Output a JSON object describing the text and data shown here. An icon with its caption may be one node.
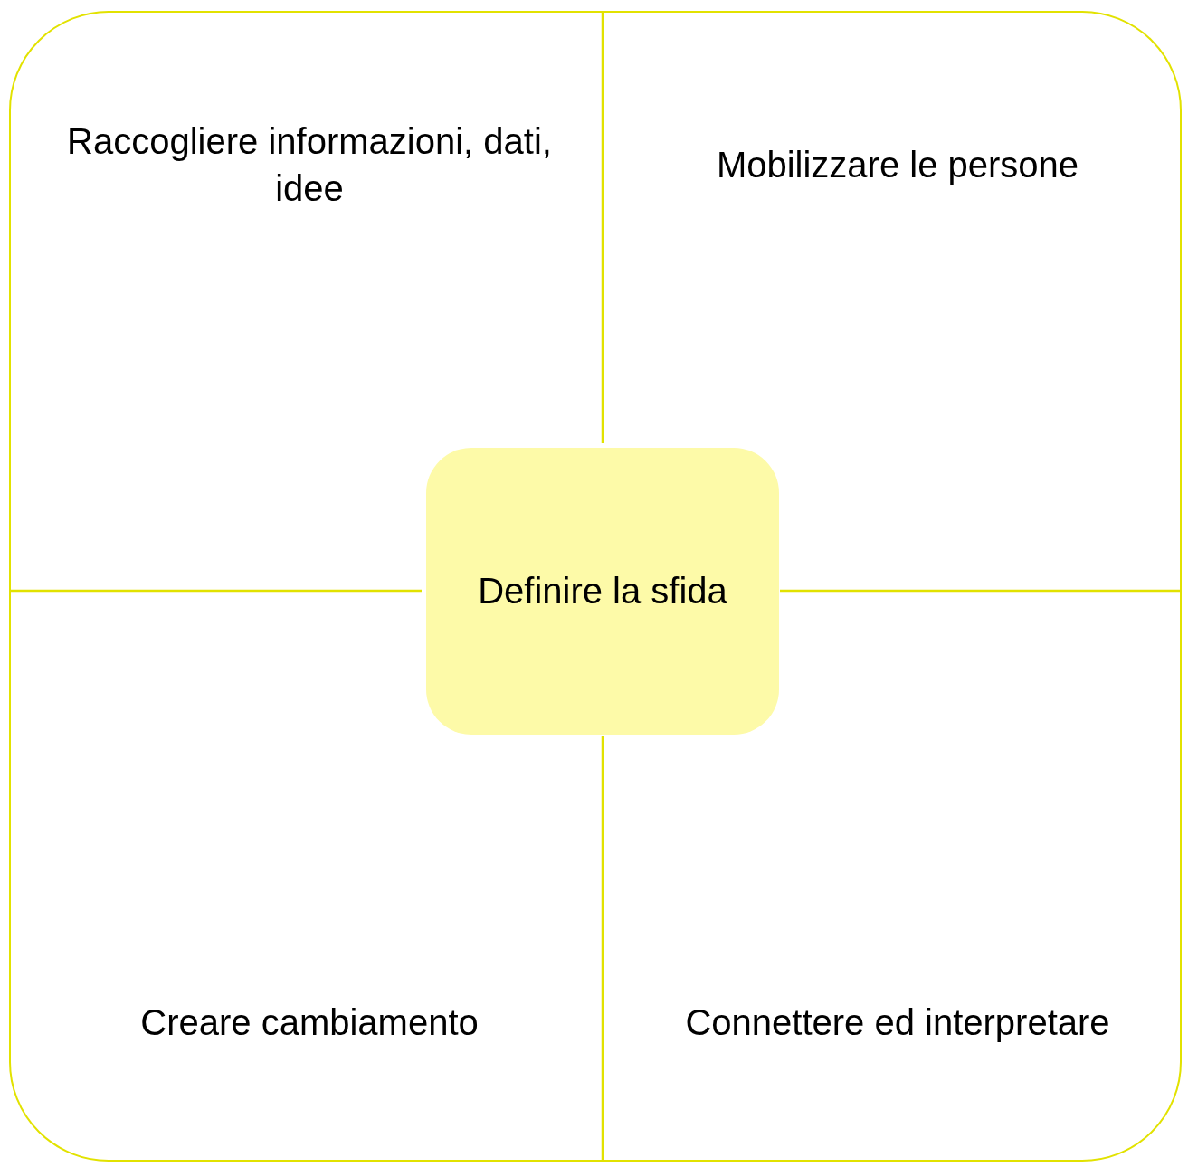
{
  "diagram": {
    "nodes": [
      {
        "text": [],
        "shape": "box"
      },
      {
        "text": [
          "Raccogliere informazioni, dati, idee"
        ],
        "in": 0
      },
      {
        "text": [
          "Mobilizzare le persone"
        ],
        "in": 0
      },
      {
        "text": [
          "Creare cambiamento"
        ],
        "in": 0
      },
      {
        "text": [
          "Connettere ed interpretare"
        ],
        "in": 0
      },
      {
        "text": [
          "Definire la sfida"
        ],
        "in": 0
      }
    ]
  }
}
